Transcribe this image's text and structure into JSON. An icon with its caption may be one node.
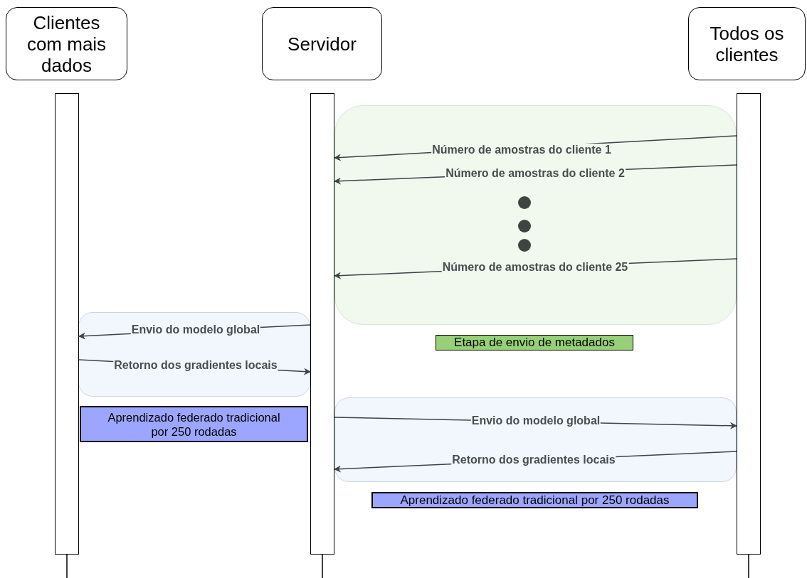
{
  "diagram": {
    "nodes": [
      {
        "text": [
          "Clientes com mais dados"
        ]
      },
      {
        "text": [
          "Servidor"
        ]
      },
      {
        "text": [
          "Todos os clientes"
        ]
      },
      {
        "text": [],
        "shape": "bar"
      },
      {
        "text": [],
        "shape": "bar"
      },
      {
        "text": [],
        "shape": "bar"
      },
      {
        "text": [
          "Etapa de envio de metadados"
        ]
      },
      {
        "text": [
          "Aprendizado federado tradicional por 250 rodadas"
        ]
      },
      {
        "text": [
          "Aprendizado federado tradicional por 250 rodadas"
        ]
      }
    ],
    "edges": [
      {
        "from": 5,
        "to": 4,
        "arrow": "to",
        "label": "Número de amostras do cliente 1"
      },
      {
        "from": 5,
        "to": 4,
        "arrow": "to",
        "label": "Número de amostras do cliente 2"
      },
      {
        "from": 5,
        "to": 4,
        "arrow": "to",
        "label": "Número de amostras do cliente 25"
      },
      {
        "from": 4,
        "to": 3,
        "arrow": "to",
        "label": "Envio do modelo global"
      },
      {
        "from": 3,
        "to": 4,
        "arrow": "to",
        "label": "Retorno dos gradientes locais"
      },
      {
        "from": 4,
        "to": 5,
        "arrow": "to",
        "label": "Envio do modelo global"
      },
      {
        "from": 5,
        "to": 4,
        "arrow": "to",
        "label": "Retorno dos gradientes locais"
      }
    ]
  }
}
